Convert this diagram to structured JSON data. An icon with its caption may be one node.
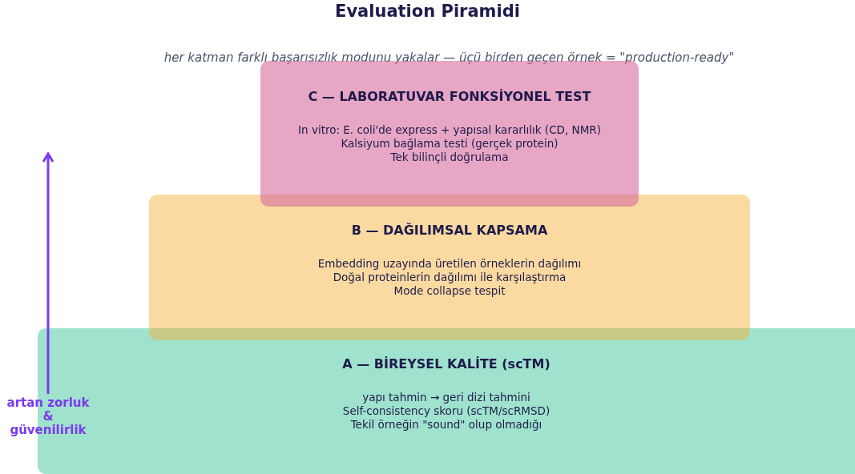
{
  "diagram": {
    "title": "Evaluation Piramidi",
    "nodes": [
      {
        "text": [
          "C — LABORATUVAR FONKSİYONEL TEST",
          "In vitro: E. coli'de express + yapısal kararlılık (CD, NMR)",
          "Kalsiyum bağlama testi (gerçek protein)",
          "Tek bilinçli doğrulama"
        ]
      },
      {
        "text": [
          "B — DAĞILIMSAL KAPSAMA",
          "Embedding uzayında üretilen örneklerin dağılımı",
          "Doğal proteinlerin dağılımı ile karşılaştırma",
          "Mode collapse tespit"
        ]
      },
      {
        "text": [
          "A — BİREYSEL KALİTE (scTM)",
          "yapı tahmin → geri dizi tahmini",
          "Self-consistency skoru (scTM/scRMSD)",
          "Tekil örneğin \"sound\" olup olmadığı"
        ]
      }
    ],
    "labels": [
      "her katman farklı başarısızlık modunu yakalar — üçü birden geçen örnek = \"production-ready\"",
      "artan zorluk & güvenilirlik"
    ]
  }
}
